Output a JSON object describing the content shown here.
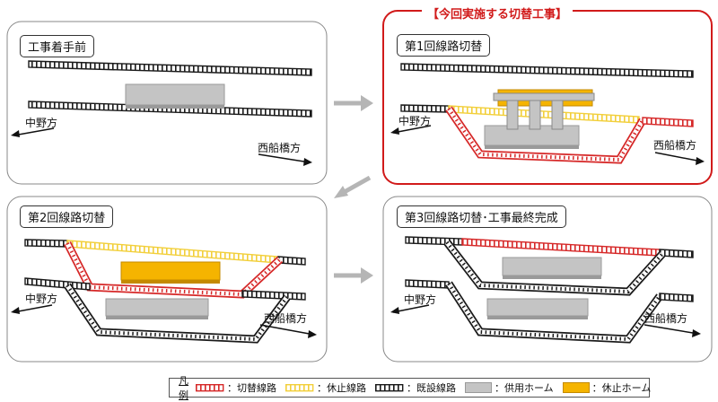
{
  "banner": "【今回実施する切替工事】",
  "panels": [
    {
      "title": "工事着手前",
      "west": "中野方",
      "east": "西船橋方"
    },
    {
      "title": "第1回線路切替",
      "west": "中野方",
      "east": "西船橋方"
    },
    {
      "title": "第2回線路切替",
      "west": "中野方",
      "east": "西船橋方"
    },
    {
      "title": "第3回線路切替･工事最終完成",
      "west": "中野方",
      "east": "西船橋方"
    }
  ],
  "legend": {
    "title": "凡例",
    "items": [
      {
        "label": "：切替線路"
      },
      {
        "label": "：休止線路"
      },
      {
        "label": "：既設線路"
      },
      {
        "label": "：供用ホーム"
      },
      {
        "label": "：休止ホーム"
      }
    ]
  },
  "colors": {
    "switched_track": "#d62828",
    "suspended_track": "#f2cf3a",
    "existing_track": "#1a1a1a",
    "active_platform": "#c4c4c4",
    "suspended_platform": "#f5b400",
    "current_frame": "#d11a1a"
  },
  "icons": {
    "flow_arrow": "flow-arrow-icon"
  }
}
